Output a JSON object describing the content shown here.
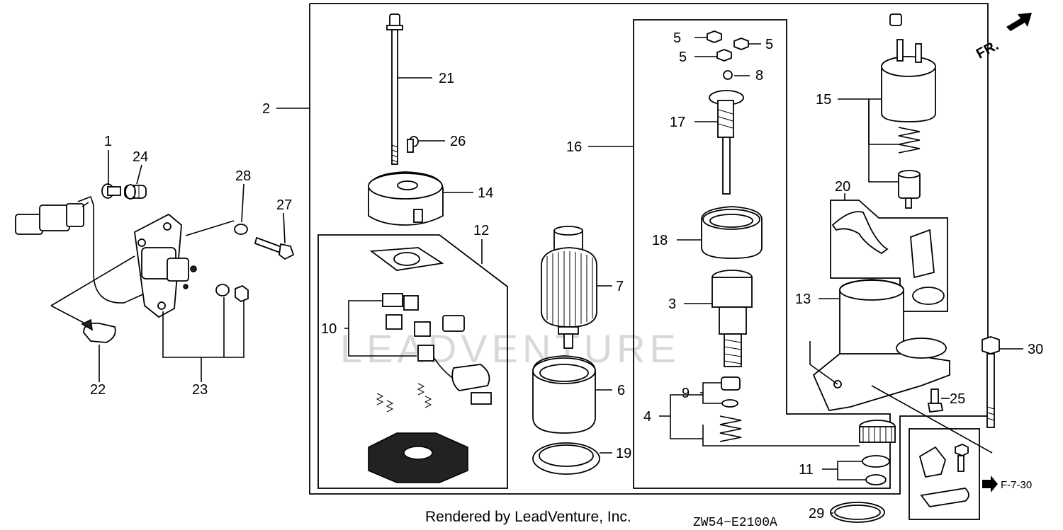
{
  "watermark": "LEADVENTURE",
  "footer": {
    "rendered_by": "Rendered by LeadVenture, Inc.",
    "diagram_code": "ZW54−E2100A"
  },
  "direction_label": "FR.",
  "ref_label": "F-7-30",
  "callouts": {
    "c1": "1",
    "c2": "2",
    "c3": "3",
    "c4": "4",
    "c5a": "5",
    "c5b": "5",
    "c5c": "5",
    "c6": "6",
    "c7": "7",
    "c8": "8",
    "c9": "9",
    "c10": "10",
    "c11": "11",
    "c12": "12",
    "c13": "13",
    "c14": "14",
    "c15": "15",
    "c16": "16",
    "c17": "17",
    "c18": "18",
    "c19": "19",
    "c20": "20",
    "c21": "21",
    "c22": "22",
    "c23": "23",
    "c24": "24",
    "c25": "25",
    "c26": "26",
    "c27": "27",
    "c28": "28",
    "c29": "29",
    "c30": "30"
  }
}
